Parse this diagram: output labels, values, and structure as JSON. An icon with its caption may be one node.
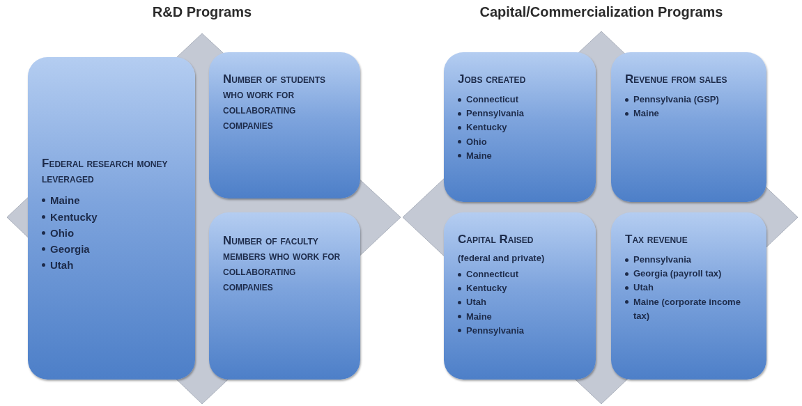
{
  "diagram": {
    "nodes": [
      {
        "text": [
          "Federal research money leveraged",
          "Maine",
          "Kentucky",
          "Ohio",
          "Georgia",
          "Utah"
        ]
      },
      {
        "text": [
          "Number of students who work for collaborating companies"
        ]
      },
      {
        "text": [
          "Number of faculty members who work for collaborating companies"
        ]
      },
      {
        "text": [
          "Jobs created",
          "Connecticut",
          "Pennsylvania",
          "Kentucky",
          "Ohio",
          "Maine"
        ]
      },
      {
        "text": [
          "Revenue from sales",
          "Pennsylvania (GSP)",
          "Maine"
        ]
      },
      {
        "text": [
          "Capital Raised",
          "(federal and private)",
          "Connecticut",
          "Kentucky",
          "Utah",
          "Maine",
          "Pennsylvania"
        ]
      },
      {
        "text": [
          "Tax revenue",
          "Pennsylvania",
          "Georgia (payroll tax)",
          "Utah",
          "Maine (corporate income tax)"
        ]
      }
    ],
    "labels": [
      "R&D Programs",
      "Capital/Commercialization Programs"
    ]
  }
}
